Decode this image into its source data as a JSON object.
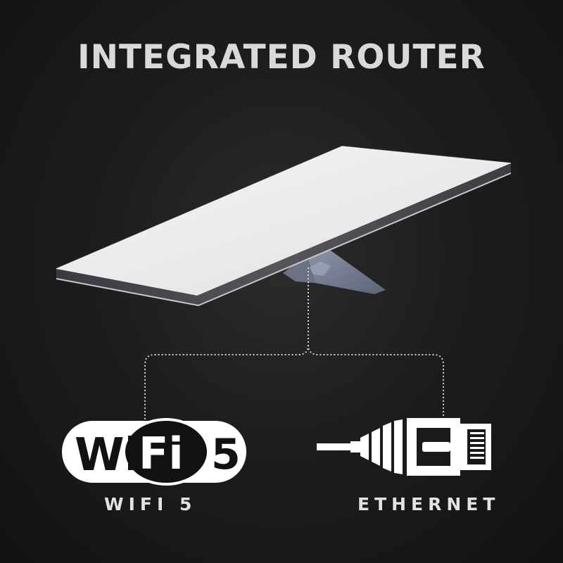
{
  "title": "INTEGRATED ROUTER",
  "wifi_logo": {
    "word_left": "Wi",
    "word_right": "Fi",
    "version": "5"
  },
  "labels": {
    "wifi": "WIFI 5",
    "ethernet": "ETHERNET"
  },
  "icons": [
    "router-device-icon",
    "wifi-5-logo-icon",
    "ethernet-plug-icon"
  ],
  "colors": {
    "background": "#1a1a1a",
    "title": "#d9d9d9",
    "label": "#e2e2e2",
    "icon": "#ffffff",
    "connector": "#cfcfcf"
  }
}
